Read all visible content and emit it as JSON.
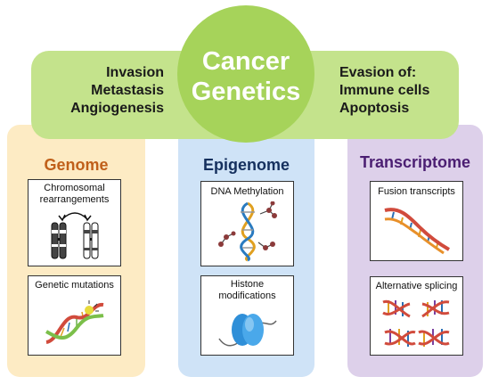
{
  "center_title": {
    "line1": "Cancer",
    "line2": "Genetics"
  },
  "left_list": [
    "Invasion",
    "Metastasis",
    "Angiogenesis"
  ],
  "right_list": [
    "Evasion of:",
    "Immune cells",
    "Apoptosis"
  ],
  "columns": {
    "genome": {
      "heading": "Genome",
      "cards": [
        {
          "label_lines": [
            "Chromosomal",
            "rearrangements"
          ],
          "icon": "chromosome-swap-icon"
        },
        {
          "label_lines": [
            "Genetic mutations"
          ],
          "icon": "mutated-dna-icon"
        }
      ]
    },
    "epigenome": {
      "heading": "Epigenome",
      "cards": [
        {
          "label_lines": [
            "DNA Methylation"
          ],
          "icon": "methylated-dna-icon"
        },
        {
          "label_lines": [
            "Histone",
            "modifications"
          ],
          "icon": "histone-icon"
        }
      ]
    },
    "transcriptome": {
      "heading": "Transcriptome",
      "cards": [
        {
          "label_lines": [
            "Fusion transcripts"
          ],
          "icon": "fusion-transcript-icon"
        },
        {
          "label_lines": [
            "Alternative splicing"
          ],
          "icon": "splicing-icon"
        }
      ]
    }
  },
  "colors": {
    "banner": "#c4e38c",
    "circle": "#a6d35a",
    "genome_panel": "#fdebc4",
    "epigenome_panel": "#cfe3f7",
    "transcriptome_panel": "#ddd0ea",
    "genome_heading": "#c0601a",
    "epigenome_heading": "#15305e",
    "transcriptome_heading": "#4b1e72"
  }
}
